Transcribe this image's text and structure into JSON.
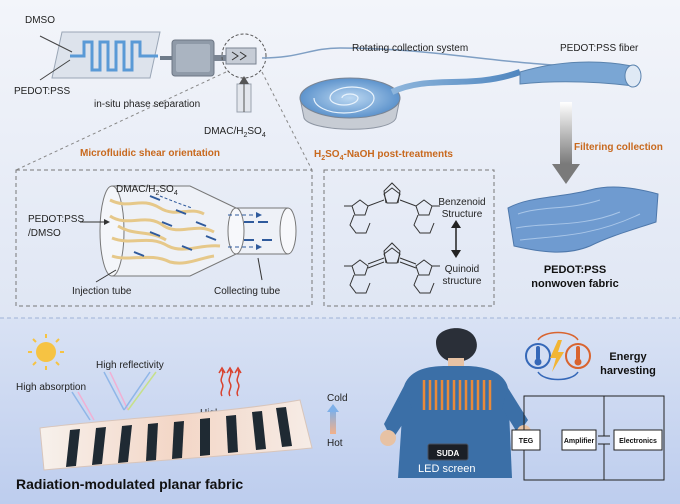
{
  "top": {
    "dmso": "DMSO",
    "pedot_pss": "PEDOT:PSS",
    "in_situ": "in-situ phase separation",
    "dmac_h2so4": "DMAC/H",
    "h2so4_tail": "SO",
    "rotating": "Rotating collection system",
    "fiber": "PEDOT:PSS fiber",
    "microfluidic": "Microfluidic shear orientation",
    "post_treat_a": "H",
    "post_treat_b": "SO",
    "post_treat_c": "-NaOH post-treatments",
    "filtering": "Filtering collection",
    "nonwoven_1": "PEDOT:PSS",
    "nonwoven_2": "nonwoven fabric"
  },
  "tube_panel": {
    "dmac": "DMAC/H",
    "dmac_tail": "SO",
    "pedot_1": "PEDOT:PSS",
    "pedot_2": "/DMSO",
    "injection": "Injection tube",
    "collecting": "Collecting tube"
  },
  "chem_panel": {
    "benzenoid_1": "Benzenoid",
    "benzenoid_2": "Structure",
    "quinoid_1": "Quinoid",
    "quinoid_2": "structure"
  },
  "bottom": {
    "high_reflectivity": "High reflectivity",
    "high_absorption": "High absorption",
    "high_emissivity": "High emissivity",
    "cold": "Cold",
    "hot": "Hot",
    "fabric_title": "Radiation-modulated planar fabric",
    "shirt_logo": "SUDA",
    "led": "LED screen",
    "energy_1": "Energy",
    "energy_2": "harvesting",
    "teg": "TEG",
    "amplifier": "Amplifier",
    "electronics": "Electronics"
  },
  "colors": {
    "top_bg": "#e7ecf6",
    "bottom_bg": "#cdd9f1",
    "accent_orange": "#c8691e",
    "fiber_blue": "#6f9fcf",
    "shirt_blue": "#3b6fa7"
  }
}
